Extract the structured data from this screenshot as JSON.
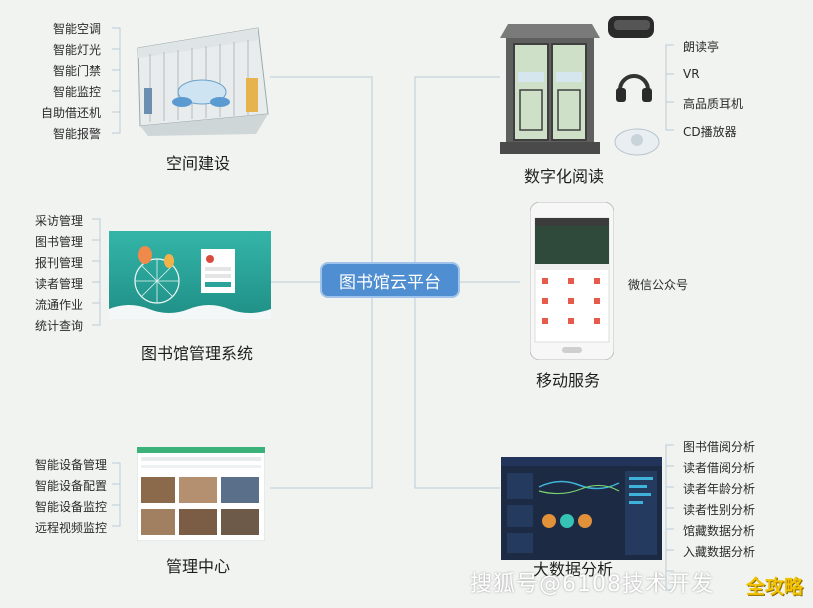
{
  "center": {
    "label": "图书馆云平台"
  },
  "space": {
    "title": "空间建设",
    "items": [
      "智能空调",
      "智能灯光",
      "智能门禁",
      "智能监控",
      "自助借还机",
      "智能报警"
    ]
  },
  "library_system": {
    "title": "图书馆管理系统",
    "items": [
      "采访管理",
      "图书管理",
      "报刊管理",
      "读者管理",
      "流通作业",
      "统计查询"
    ]
  },
  "management": {
    "title": "管理中心",
    "items": [
      "智能设备管理",
      "智能设备配置",
      "智能设备监控",
      "远程视频监控"
    ]
  },
  "digital": {
    "title": "数字化阅读",
    "items": [
      "朗读亭",
      "VR",
      "高品质耳机",
      "CD播放器"
    ]
  },
  "mobile": {
    "title": "移动服务",
    "items": [
      "微信公众号"
    ]
  },
  "bigdata": {
    "title": "大数据分析",
    "items": [
      "图书借阅分析",
      "读者借阅分析",
      "读者年龄分析",
      "读者性别分析",
      "馆藏数据分析",
      "入藏数据分析"
    ]
  },
  "watermark": {
    "text": "搜狐号@6108技术开发",
    "badge": "全攻略"
  },
  "colors": {
    "center_fill": "#4f8ed0",
    "line": "#b7c9d6",
    "screen_teal": "#2aa39a",
    "dashboard_bg": "#1c2a44"
  }
}
